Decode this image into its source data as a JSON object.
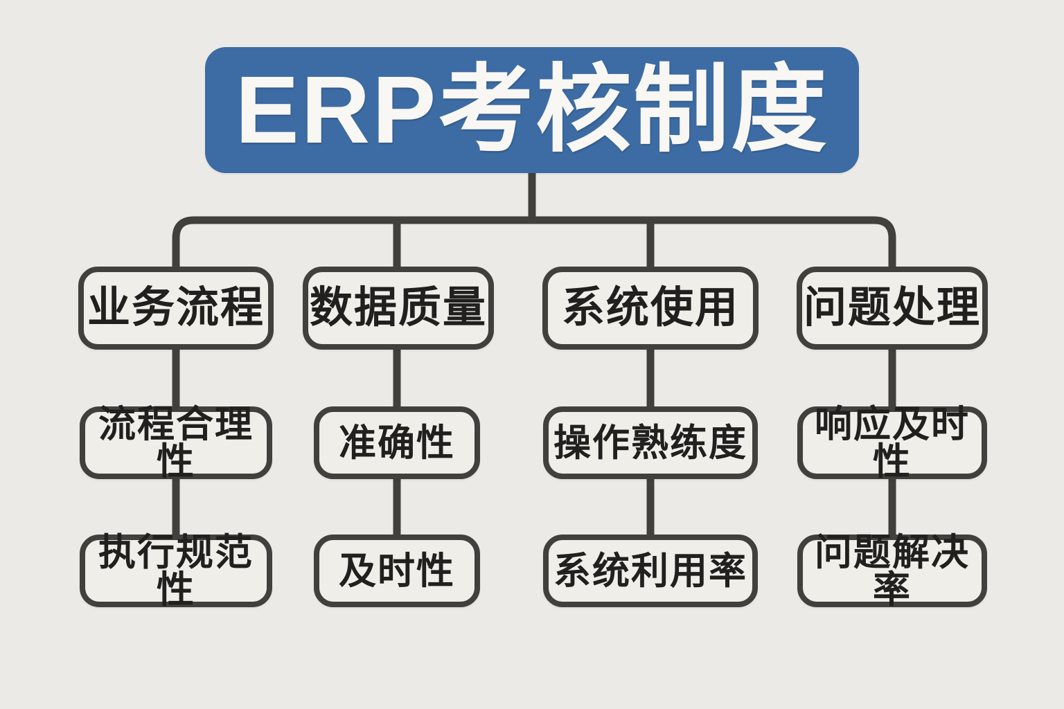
{
  "diagram": {
    "title": "ERP考核制度",
    "columns": [
      {
        "header": "业务流程",
        "children": [
          "流程合理性",
          "执行规范性"
        ]
      },
      {
        "header": "数据质量",
        "children": [
          "准确性",
          "及时性"
        ]
      },
      {
        "header": "系统使用",
        "children": [
          "操作熟练度",
          "系统利用率"
        ]
      },
      {
        "header": "问题处理",
        "children": [
          "响应及时性",
          "问题解决率"
        ]
      }
    ],
    "colors": {
      "background": "#ebeae6",
      "title_fill": "#3d6ca4",
      "title_text": "#f8f7f3",
      "box_fill": "#efeee9",
      "box_border": "#41403c",
      "box_text": "#21201e",
      "connector": "#41403c"
    }
  }
}
